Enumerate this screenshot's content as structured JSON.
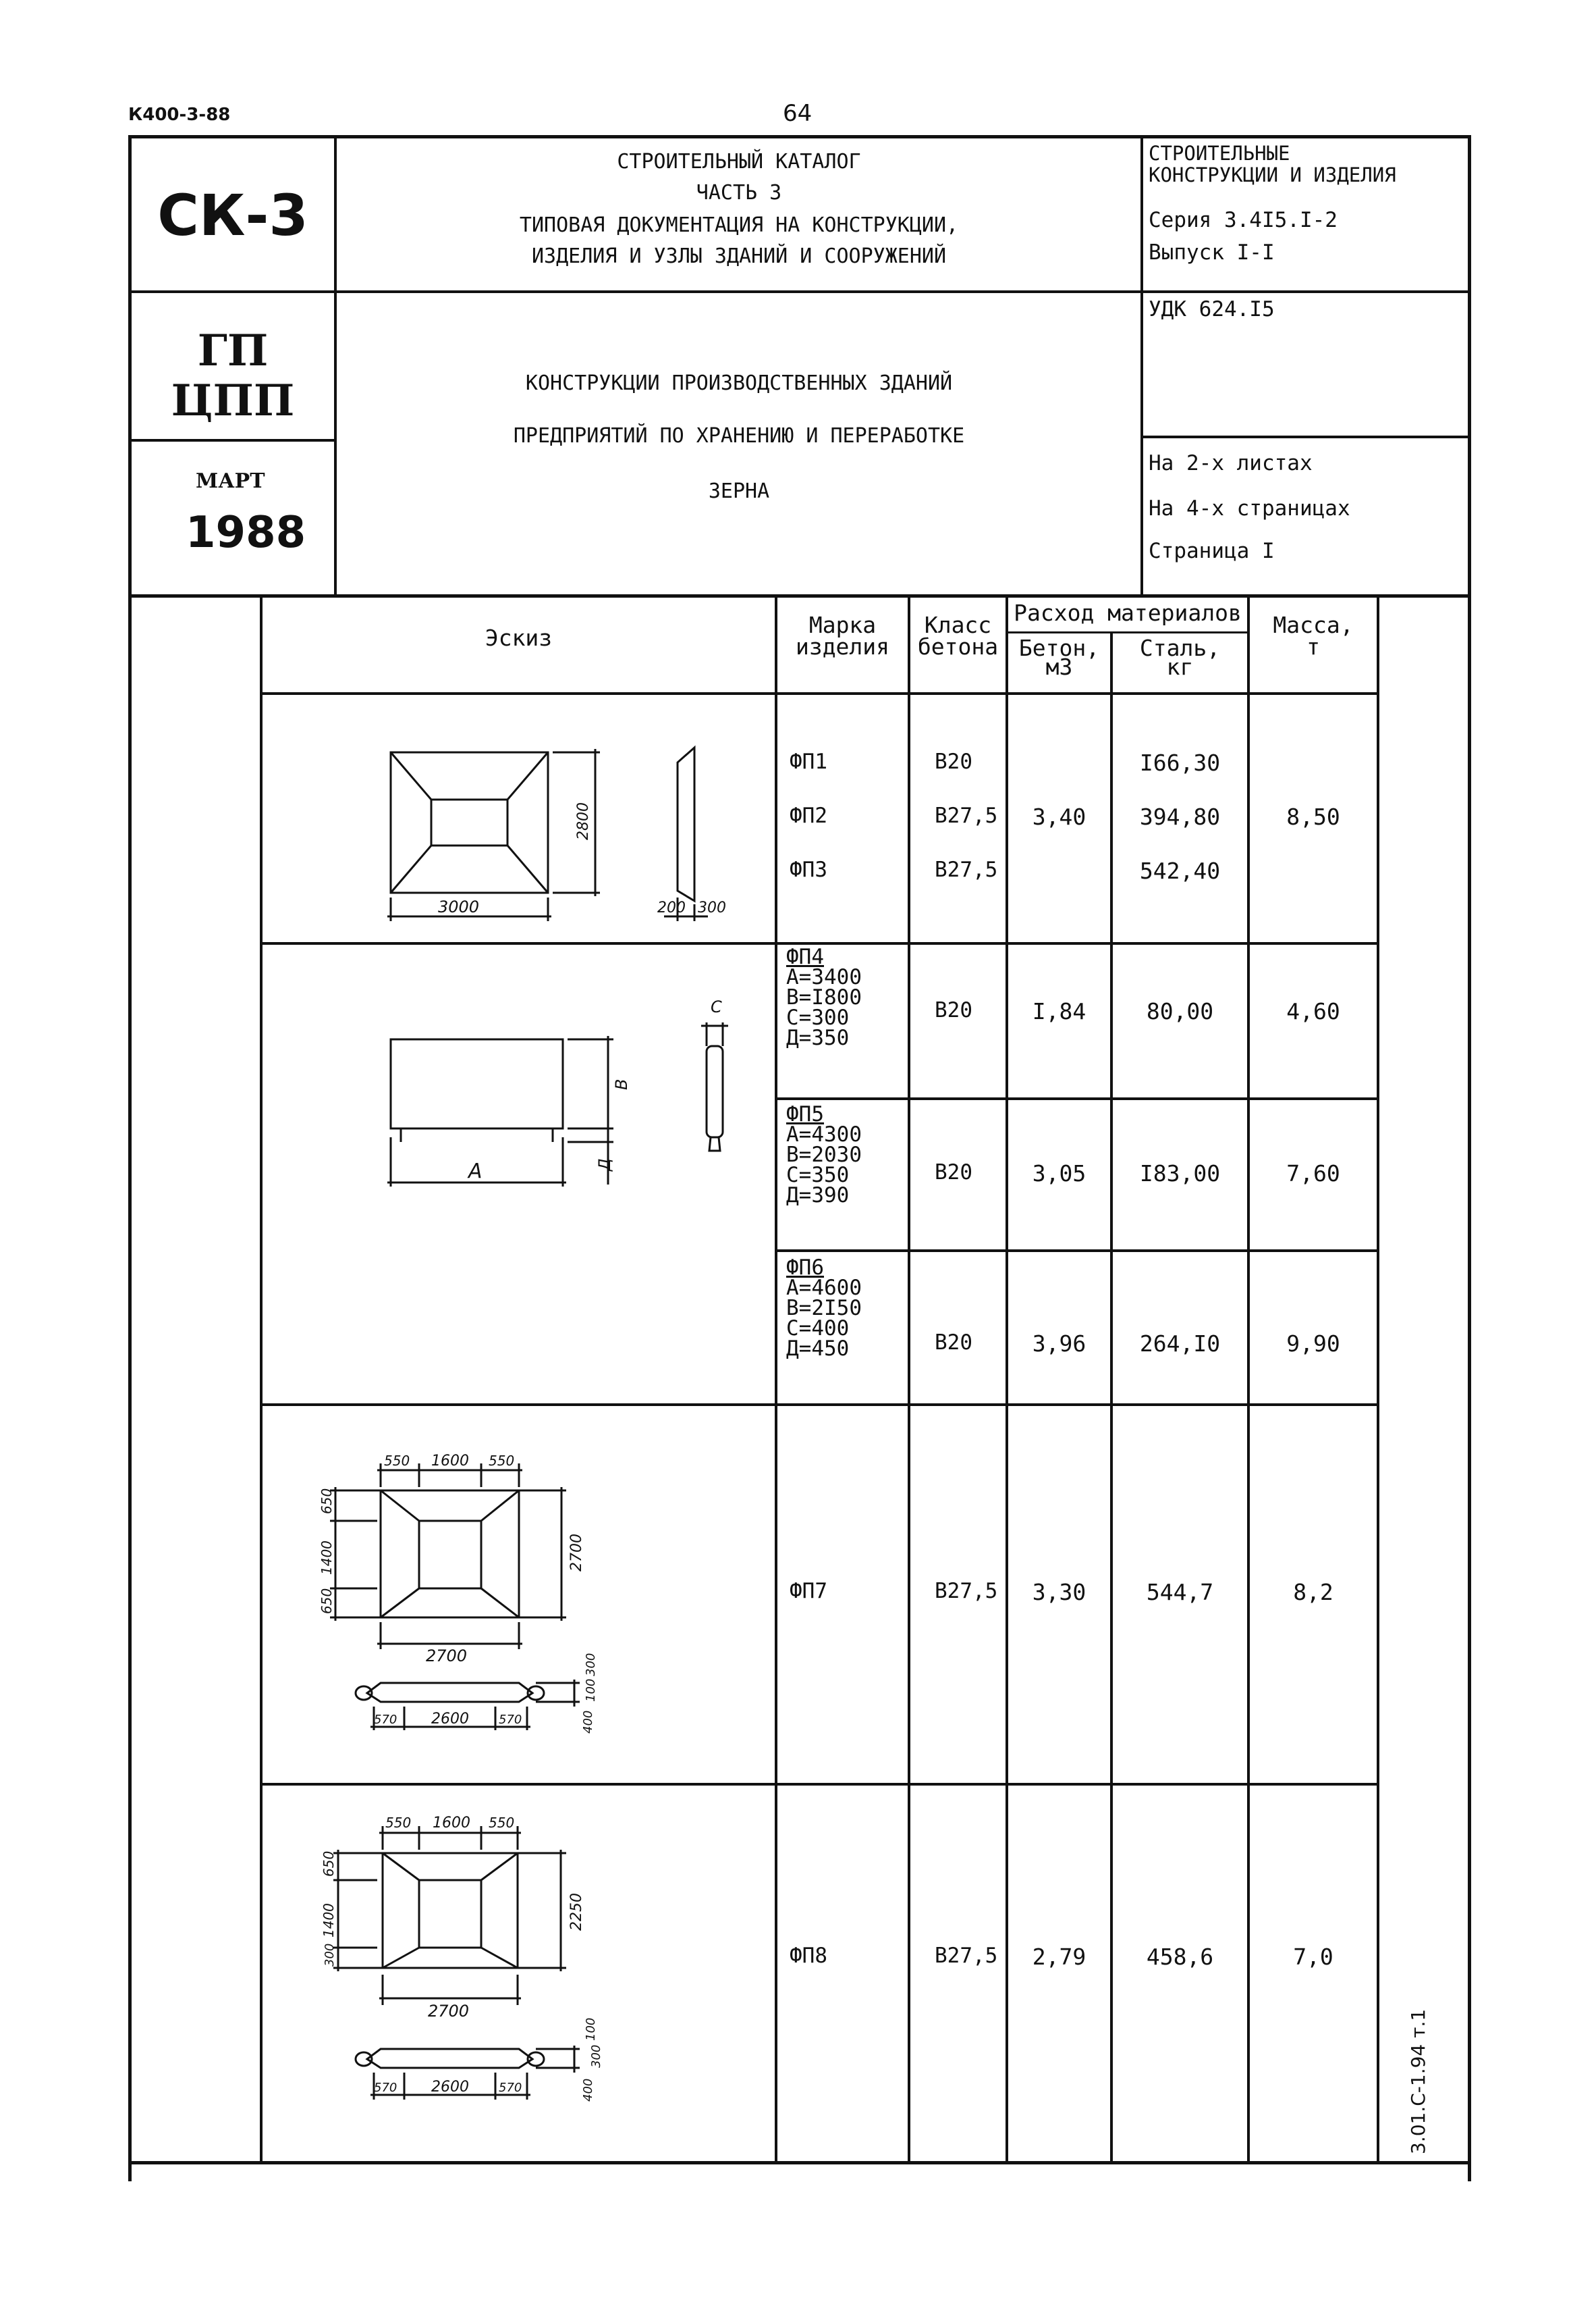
{
  "header": {
    "doc_code": "К400-3-88",
    "page_number": "64"
  },
  "stamp": {
    "brand": "СК-3",
    "org_line1": "ГП",
    "org_line2": "ЦПП",
    "month": "МАРТ",
    "year": "1988",
    "catalog_title_lines": [
      "СТРОИТЕЛЬНЫЙ КАТАЛОГ",
      "ЧАСТЬ 3",
      "ТИПОВАЯ ДОКУМЕНТАЦИЯ НА КОНСТРУКЦИИ,",
      "ИЗДЕЛИЯ И УЗЛЫ ЗДАНИЙ И СООРУЖЕНИЙ"
    ],
    "section_title_lines": [
      "СТРОИТЕЛЬНЫЕ",
      "КОНСТРУКЦИИ И ИЗДЕЛИЯ"
    ],
    "series": "Серия 3.4I5.I-2",
    "issue": "Выпуск I-I",
    "udc": "УДК 624.I5",
    "subject_lines": [
      "КОНСТРУКЦИИ ПРОИЗВОДСТВЕННЫХ ЗДАНИЙ",
      "ПРЕДПРИЯТИЙ ПО ХРАНЕНИЮ И ПЕРЕРАБОТКЕ",
      "ЗЕРНА"
    ],
    "sheets": "На 2-х листах",
    "pages": "На 4-х страницах",
    "page": "Страница I"
  },
  "table": {
    "headers": {
      "sketch": "Эскиз",
      "mark": [
        "Марка",
        "изделия"
      ],
      "concrete_class": [
        "Класс",
        "бетона"
      ],
      "materials": "Расход материалов",
      "concrete": [
        "Бетон,",
        "м3"
      ],
      "steel": [
        "Сталь,",
        "кг"
      ],
      "mass": [
        "Масса,",
        "т"
      ]
    },
    "group1": {
      "marks": [
        "ФП1",
        "ФП2",
        "ФП3"
      ],
      "classes": [
        "В20",
        "В27,5",
        "В27,5"
      ],
      "concrete": "3,40",
      "steel": [
        "I66,30",
        "394,80",
        "542,40"
      ],
      "mass": "8,50",
      "dims": [
        "2800",
        "3000",
        "200",
        "300"
      ]
    },
    "group2": {
      "dims": [
        "С",
        "В",
        "Д",
        "А"
      ],
      "rows": [
        {
          "mark": "ФП4",
          "params": [
            "А=3400",
            "В=I800",
            "С=300",
            "Д=350"
          ],
          "class": "В20",
          "concrete": "I,84",
          "steel": "80,00",
          "mass": "4,60"
        },
        {
          "mark": "ФП5",
          "params": [
            "А=4300",
            "В=2030",
            "С=350",
            "Д=390"
          ],
          "class": "В20",
          "concrete": "3,05",
          "steel": "I83,00",
          "mass": "7,60"
        },
        {
          "mark": "ФП6",
          "params": [
            "А=4600",
            "В=2I50",
            "С=400",
            "Д=450"
          ],
          "class": "В20",
          "concrete": "3,96",
          "steel": "264,I0",
          "mass": "9,90"
        }
      ]
    },
    "group3": {
      "mark": "ФП7",
      "class": "В27,5",
      "concrete": "3,30",
      "steel": "544,7",
      "mass": "8,2",
      "dims": [
        "550",
        "1600",
        "550",
        "650",
        "1400",
        "650",
        "2700",
        "2700",
        "300",
        "100",
        "400",
        "570",
        "2600",
        "570"
      ]
    },
    "group4": {
      "mark": "ФП8",
      "class": "В27,5",
      "concrete": "2,79",
      "steel": "458,6",
      "mass": "7,0",
      "dims": [
        "550",
        "1600",
        "550",
        "650",
        "1400",
        "300",
        "2250",
        "2700",
        "100",
        "300",
        "400",
        "570",
        "2600",
        "570"
      ]
    }
  },
  "side_code": "3.01.C-1.94 т.1"
}
